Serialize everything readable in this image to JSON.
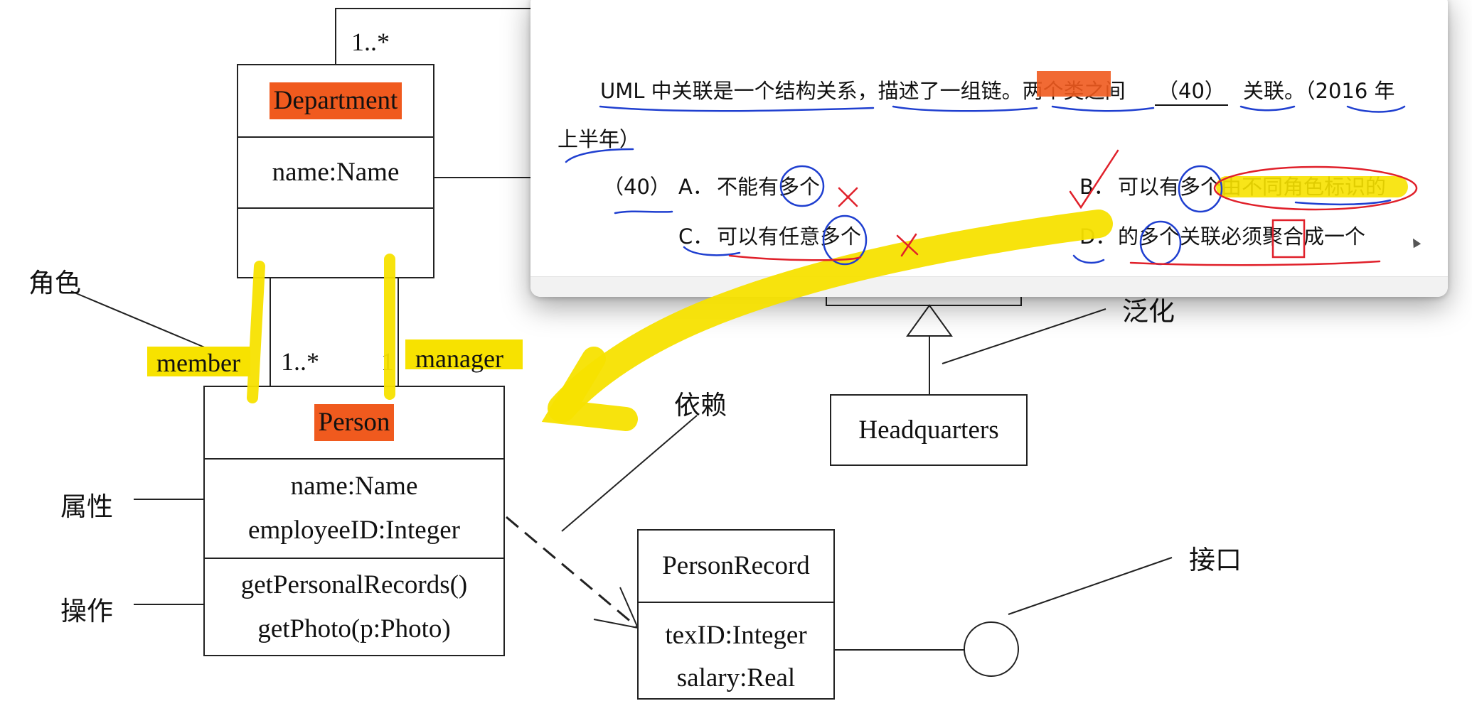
{
  "diagram": {
    "classes": {
      "department": {
        "name": "Department",
        "attributes": [
          "name:Name"
        ]
      },
      "person": {
        "name": "Person",
        "attributes": [
          "name:Name",
          "employeeID:Integer"
        ],
        "operations": [
          "getPersonalRecords()",
          "getPhoto(p:Photo)"
        ]
      },
      "headquarters": {
        "name": "Headquarters"
      },
      "person_record": {
        "name": "PersonRecord",
        "attributes": [
          "texID:Integer",
          "salary:Real"
        ]
      }
    },
    "multiplicities": {
      "top": "1..*",
      "member_side": "1..*",
      "manager_side": "1"
    },
    "role_names": {
      "member": "member",
      "manager": "manager"
    },
    "callouts": {
      "role": "角色",
      "attribute": "属性",
      "operation": "操作",
      "dependency": "依赖",
      "generalization": "泛化",
      "interface": "接口"
    }
  },
  "question": {
    "stem_line1_prefix": "UML 中关联是一个结构关系，描述了一组链。两个类之间",
    "blank": "（40）",
    "stem_line1_suffix": "关联。（2016 年",
    "stem_line2": "上半年）",
    "number": "（40）",
    "options": {
      "A": {
        "letter": "A．",
        "text": "不能有多个"
      },
      "B": {
        "letter": "B．",
        "text": "可以有多个由不同角色标识的"
      },
      "C": {
        "letter": "C．",
        "text": "可以有任意多个"
      },
      "D": {
        "letter": "D．",
        "text": "的多个关联必须聚合成一个"
      }
    }
  },
  "colors": {
    "highlight_yellow": "#f7e200",
    "highlight_orange": "#f05a1e",
    "pen_blue": "#1f3fd0",
    "pen_red": "#e0202a"
  }
}
